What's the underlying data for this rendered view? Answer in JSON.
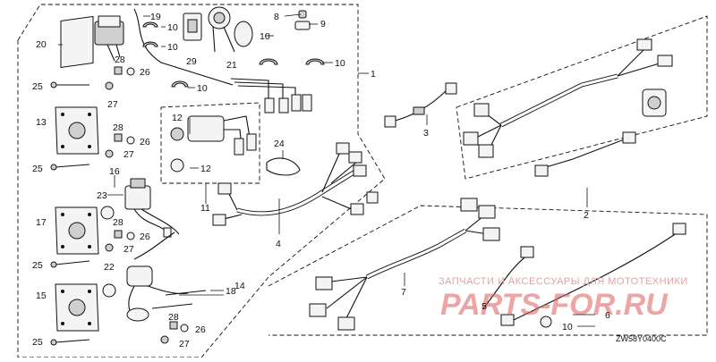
{
  "diagram": {
    "code": "ZW58Y0400C",
    "watermark": {
      "line1": "ЗАПЧАСТИ И АКСЕССУАРЫ ДЛЯ МОТОТЕХНИКИ",
      "line2": "PARTS-FOR.RU"
    },
    "callouts": {
      "c1": "1",
      "c2": "2",
      "c3": "3",
      "c4": "4",
      "c5": "5",
      "c6": "6",
      "c7": "7",
      "c8": "8",
      "c9": "9",
      "c10a": "10",
      "c10b": "10",
      "c10c": "10",
      "c10d": "10",
      "c10e": "10",
      "c11": "11",
      "c12a": "12",
      "c12b": "12",
      "c13": "13",
      "c14": "14",
      "c15": "15",
      "c16": "16",
      "c17": "17",
      "c18": "18",
      "c19": "19",
      "c20": "20",
      "c21": "21",
      "c22": "22",
      "c23": "23",
      "c24": "24",
      "c25a": "25",
      "c25b": "25",
      "c25c": "25",
      "c25d": "25",
      "c26a": "26",
      "c26b": "26",
      "c26c": "26",
      "c26d": "26",
      "c27a": "27",
      "c27b": "27",
      "c27c": "27",
      "c27d": "27",
      "c28a": "28",
      "c28b": "28",
      "c28c": "28",
      "c28d": "28",
      "c29": "29"
    }
  }
}
